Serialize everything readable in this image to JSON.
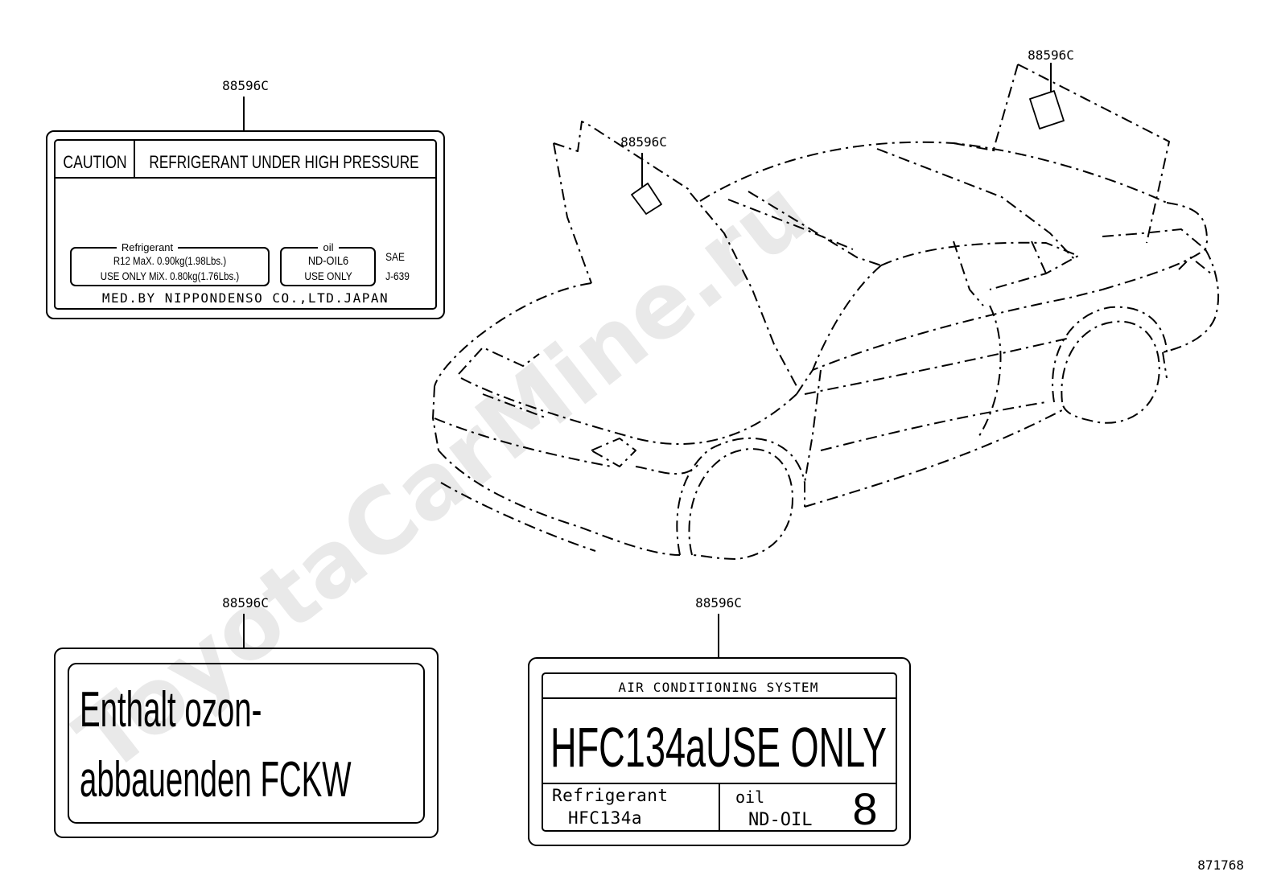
{
  "watermark": "ToyotaCarMine.ru",
  "part_callouts": {
    "label_r12": "88596C",
    "car_hood": "88596C",
    "car_trunk": "88596C",
    "label_german": "88596C",
    "label_hfc": "88596C"
  },
  "label_r12": {
    "caution": "CAUTION",
    "heading": "REFRIGERANT UNDER HIGH PRESSURE",
    "refrigerant_title": "Refrigerant",
    "refrigerant_line1": "R12  MaX. 0.90kg(1.98Lbs.)",
    "refrigerant_line2": "USE ONLY MiX. 0.80kg(1.76Lbs.)",
    "oil_title": "oil",
    "oil_line1": "ND-OIL6",
    "oil_line2": "USE ONLY",
    "sae": "SAE",
    "sae_code": "J-639",
    "maker": "MED.BY NIPPONDENSO CO.,LTD.JAPAN"
  },
  "label_german": {
    "line1": "Enthalt ozon-",
    "line2": "abbauenden FCKW"
  },
  "label_hfc": {
    "heading": "AIR CONDITIONING SYSTEM",
    "main": "HFC134aUSE ONLY",
    "refrigerant_title": "Refrigerant",
    "refrigerant_value": "HFC134a",
    "oil_title": "oil",
    "oil_value": "ND-OIL",
    "oil_number": "8"
  },
  "figure_number": "871768"
}
